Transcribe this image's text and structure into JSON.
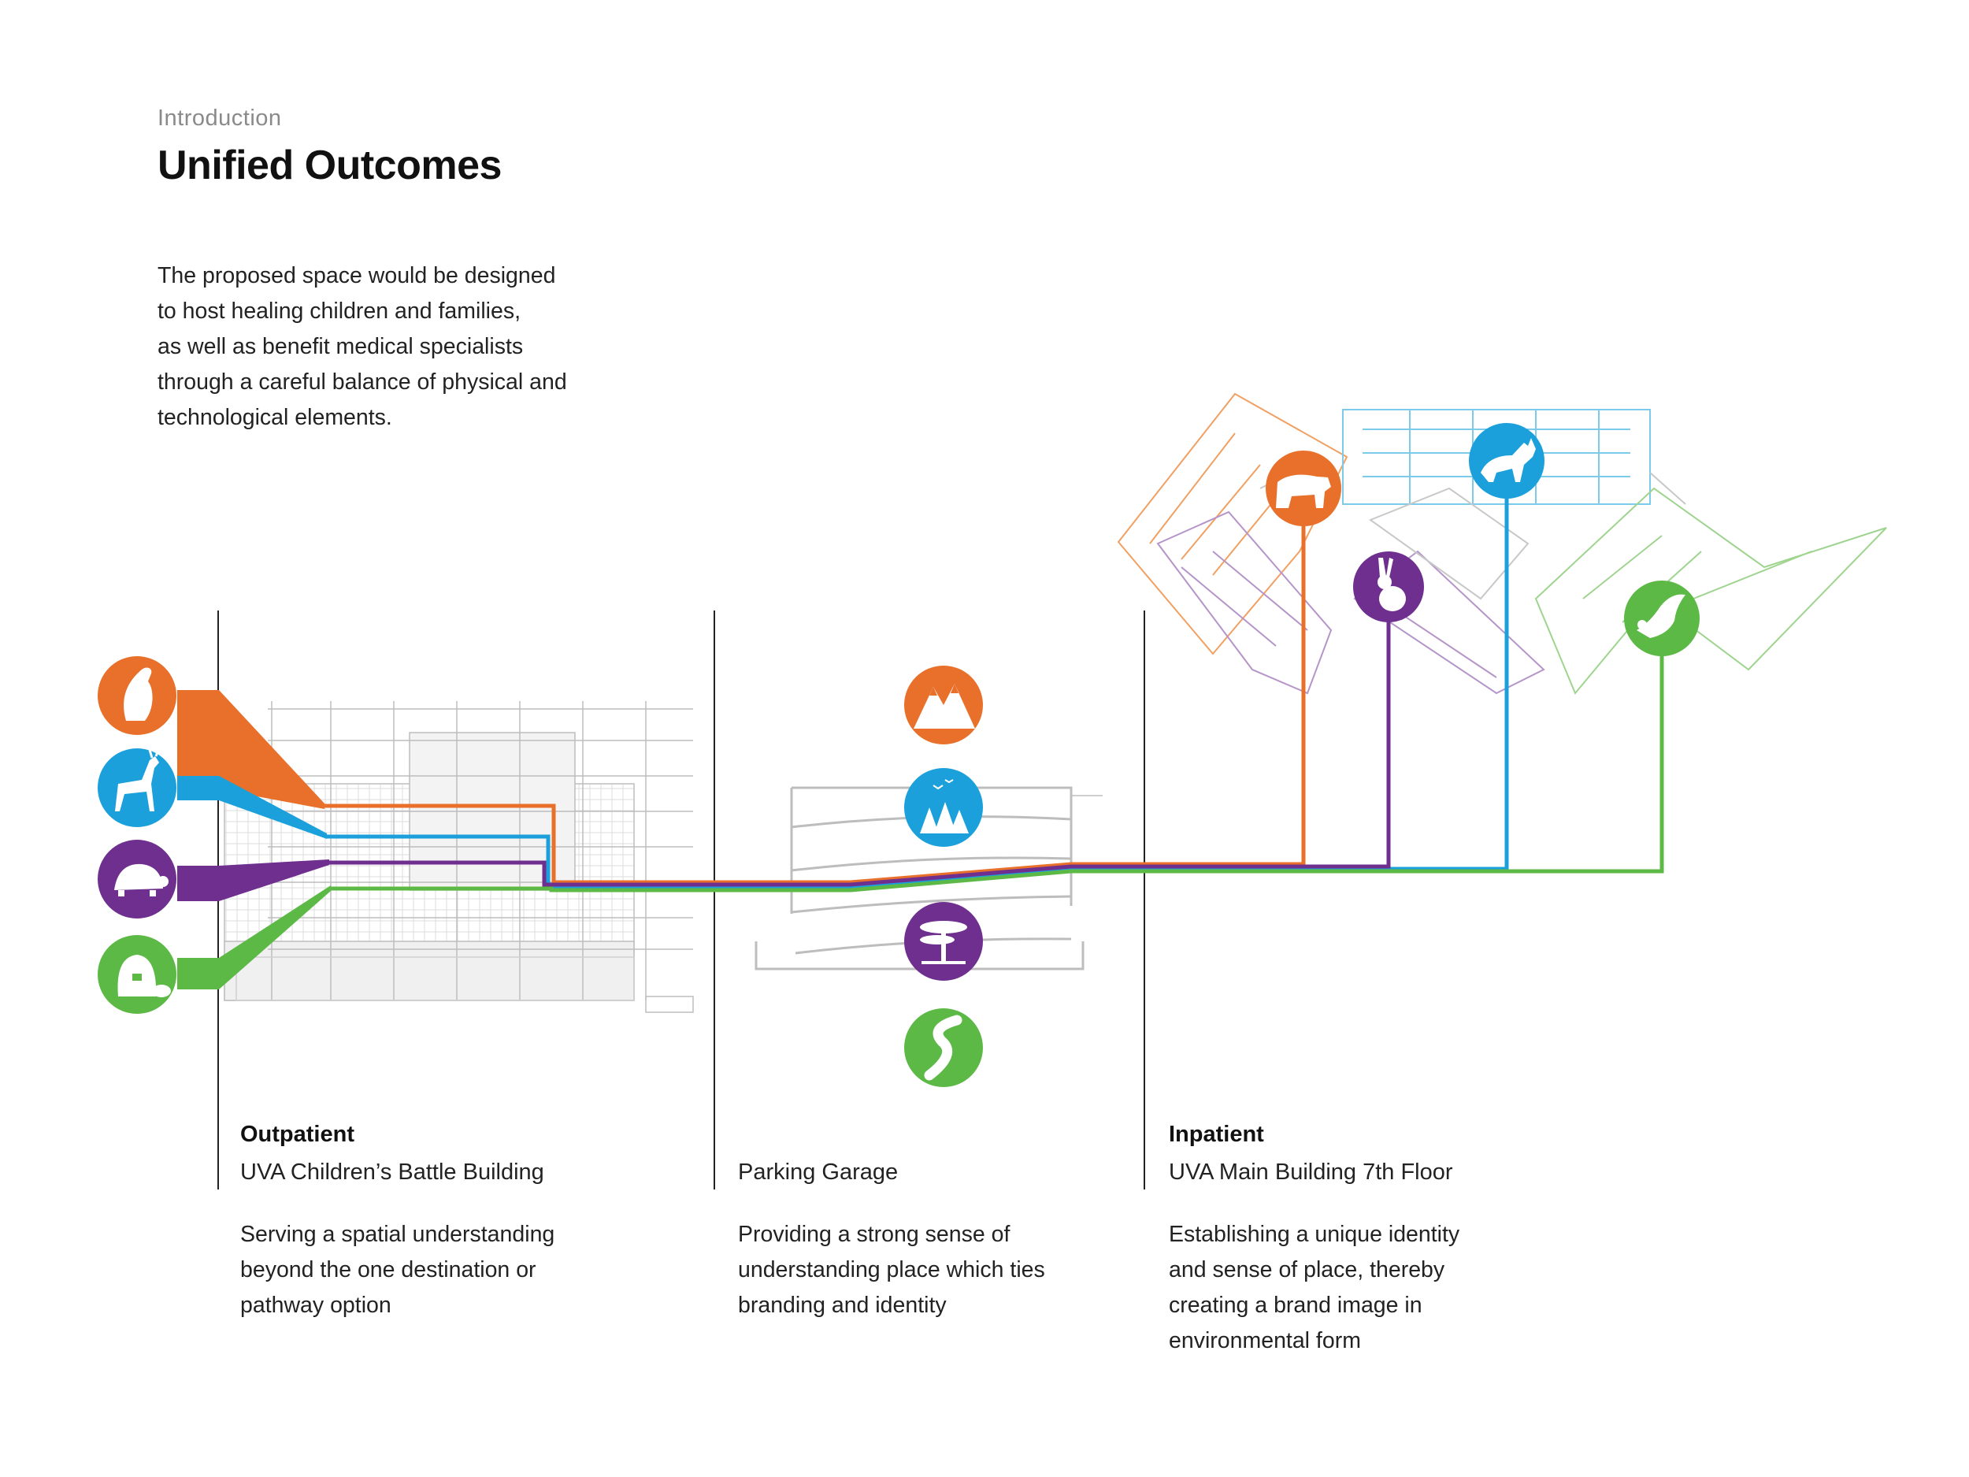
{
  "header": {
    "eyebrow": "Introduction",
    "title": "Unified Outcomes"
  },
  "intro": {
    "lines": [
      "The proposed space would be designed",
      "to host healing children and families,",
      "as well as benefit medical specialists",
      "through a careful balance of physical and",
      "technological elements."
    ]
  },
  "colors": {
    "orange": "#e8702a",
    "blue": "#1ba0dc",
    "purple": "#6e2f8f",
    "green": "#5cb946",
    "drawing": "#bdbdbd",
    "divider": "#222222"
  },
  "diagram": {
    "outpatient_icons": [
      "vulture-icon",
      "deer-icon",
      "turtle-icon",
      "beaver-icon"
    ],
    "garage_icons": [
      "mountains-icon",
      "forest-birds-icon",
      "savanna-tree-icon",
      "river-icon"
    ],
    "inpatient_icons": [
      "bear-icon",
      "rabbit-icon",
      "fox-icon",
      "eagle-icon"
    ]
  },
  "columns": [
    {
      "heading": "Outpatient",
      "subtitle": "UVA Children’s Battle Building",
      "body": [
        "Serving a spatial understanding",
        "beyond the one destination or",
        "pathway option"
      ]
    },
    {
      "heading": "",
      "subtitle": "Parking Garage",
      "body": [
        "Providing a strong sense of",
        "understanding place which ties",
        "branding and identity"
      ]
    },
    {
      "heading": "Inpatient",
      "subtitle": "UVA Main Building 7th Floor",
      "body": [
        "Establishing a unique identity",
        "and sense of place, thereby",
        "creating a brand image in",
        "environmental form"
      ]
    }
  ]
}
